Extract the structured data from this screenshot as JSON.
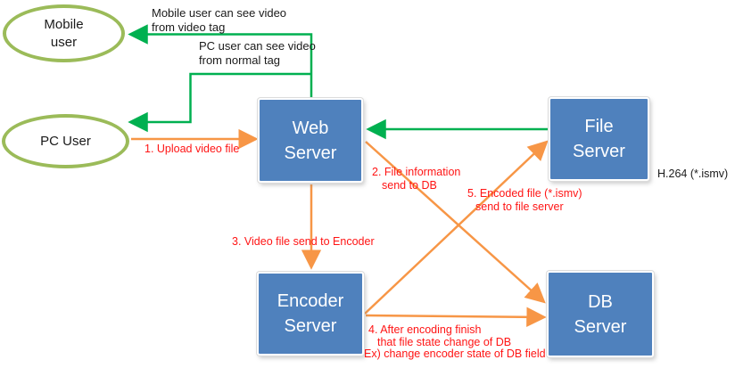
{
  "nodes": {
    "web_server": {
      "line1": "Web",
      "line2": "Server"
    },
    "file_server": {
      "line1": "File",
      "line2": "Server"
    },
    "encoder_server": {
      "line1": "Encoder",
      "line2": "Server"
    },
    "db_server": {
      "line1": "DB",
      "line2": "Server"
    }
  },
  "actors": {
    "mobile_user": {
      "line1": "Mobile",
      "line2": "user"
    },
    "pc_user": {
      "label": "PC User"
    }
  },
  "green_notes": {
    "mobile_note": {
      "line1": "Mobile user can see video",
      "line2": "from video tag"
    },
    "pc_note": {
      "line1": "PC user can see video",
      "line2": "from normal tag"
    }
  },
  "flow_labels": {
    "step1": {
      "line1": "1. Upload video file"
    },
    "step2": {
      "line1": "2. File information",
      "line2": "send to DB"
    },
    "step3": {
      "line1": "3. Video file send to Encoder"
    },
    "step4": {
      "line1": "4. After encoding finish",
      "line2": "that file state change of DB",
      "line3": "Ex) change encoder state of DB field"
    },
    "step5": {
      "line1": "5. Encoded file (*.ismv)",
      "line2": "send to file server"
    }
  },
  "side_note": "H.264 (*.ismv)",
  "colors": {
    "box_fill": "#4f81bd",
    "ellipse_stroke": "#9bbb59",
    "arrow_green": "#00b050",
    "arrow_orange": "#f79646",
    "label_red": "#ff1414"
  }
}
